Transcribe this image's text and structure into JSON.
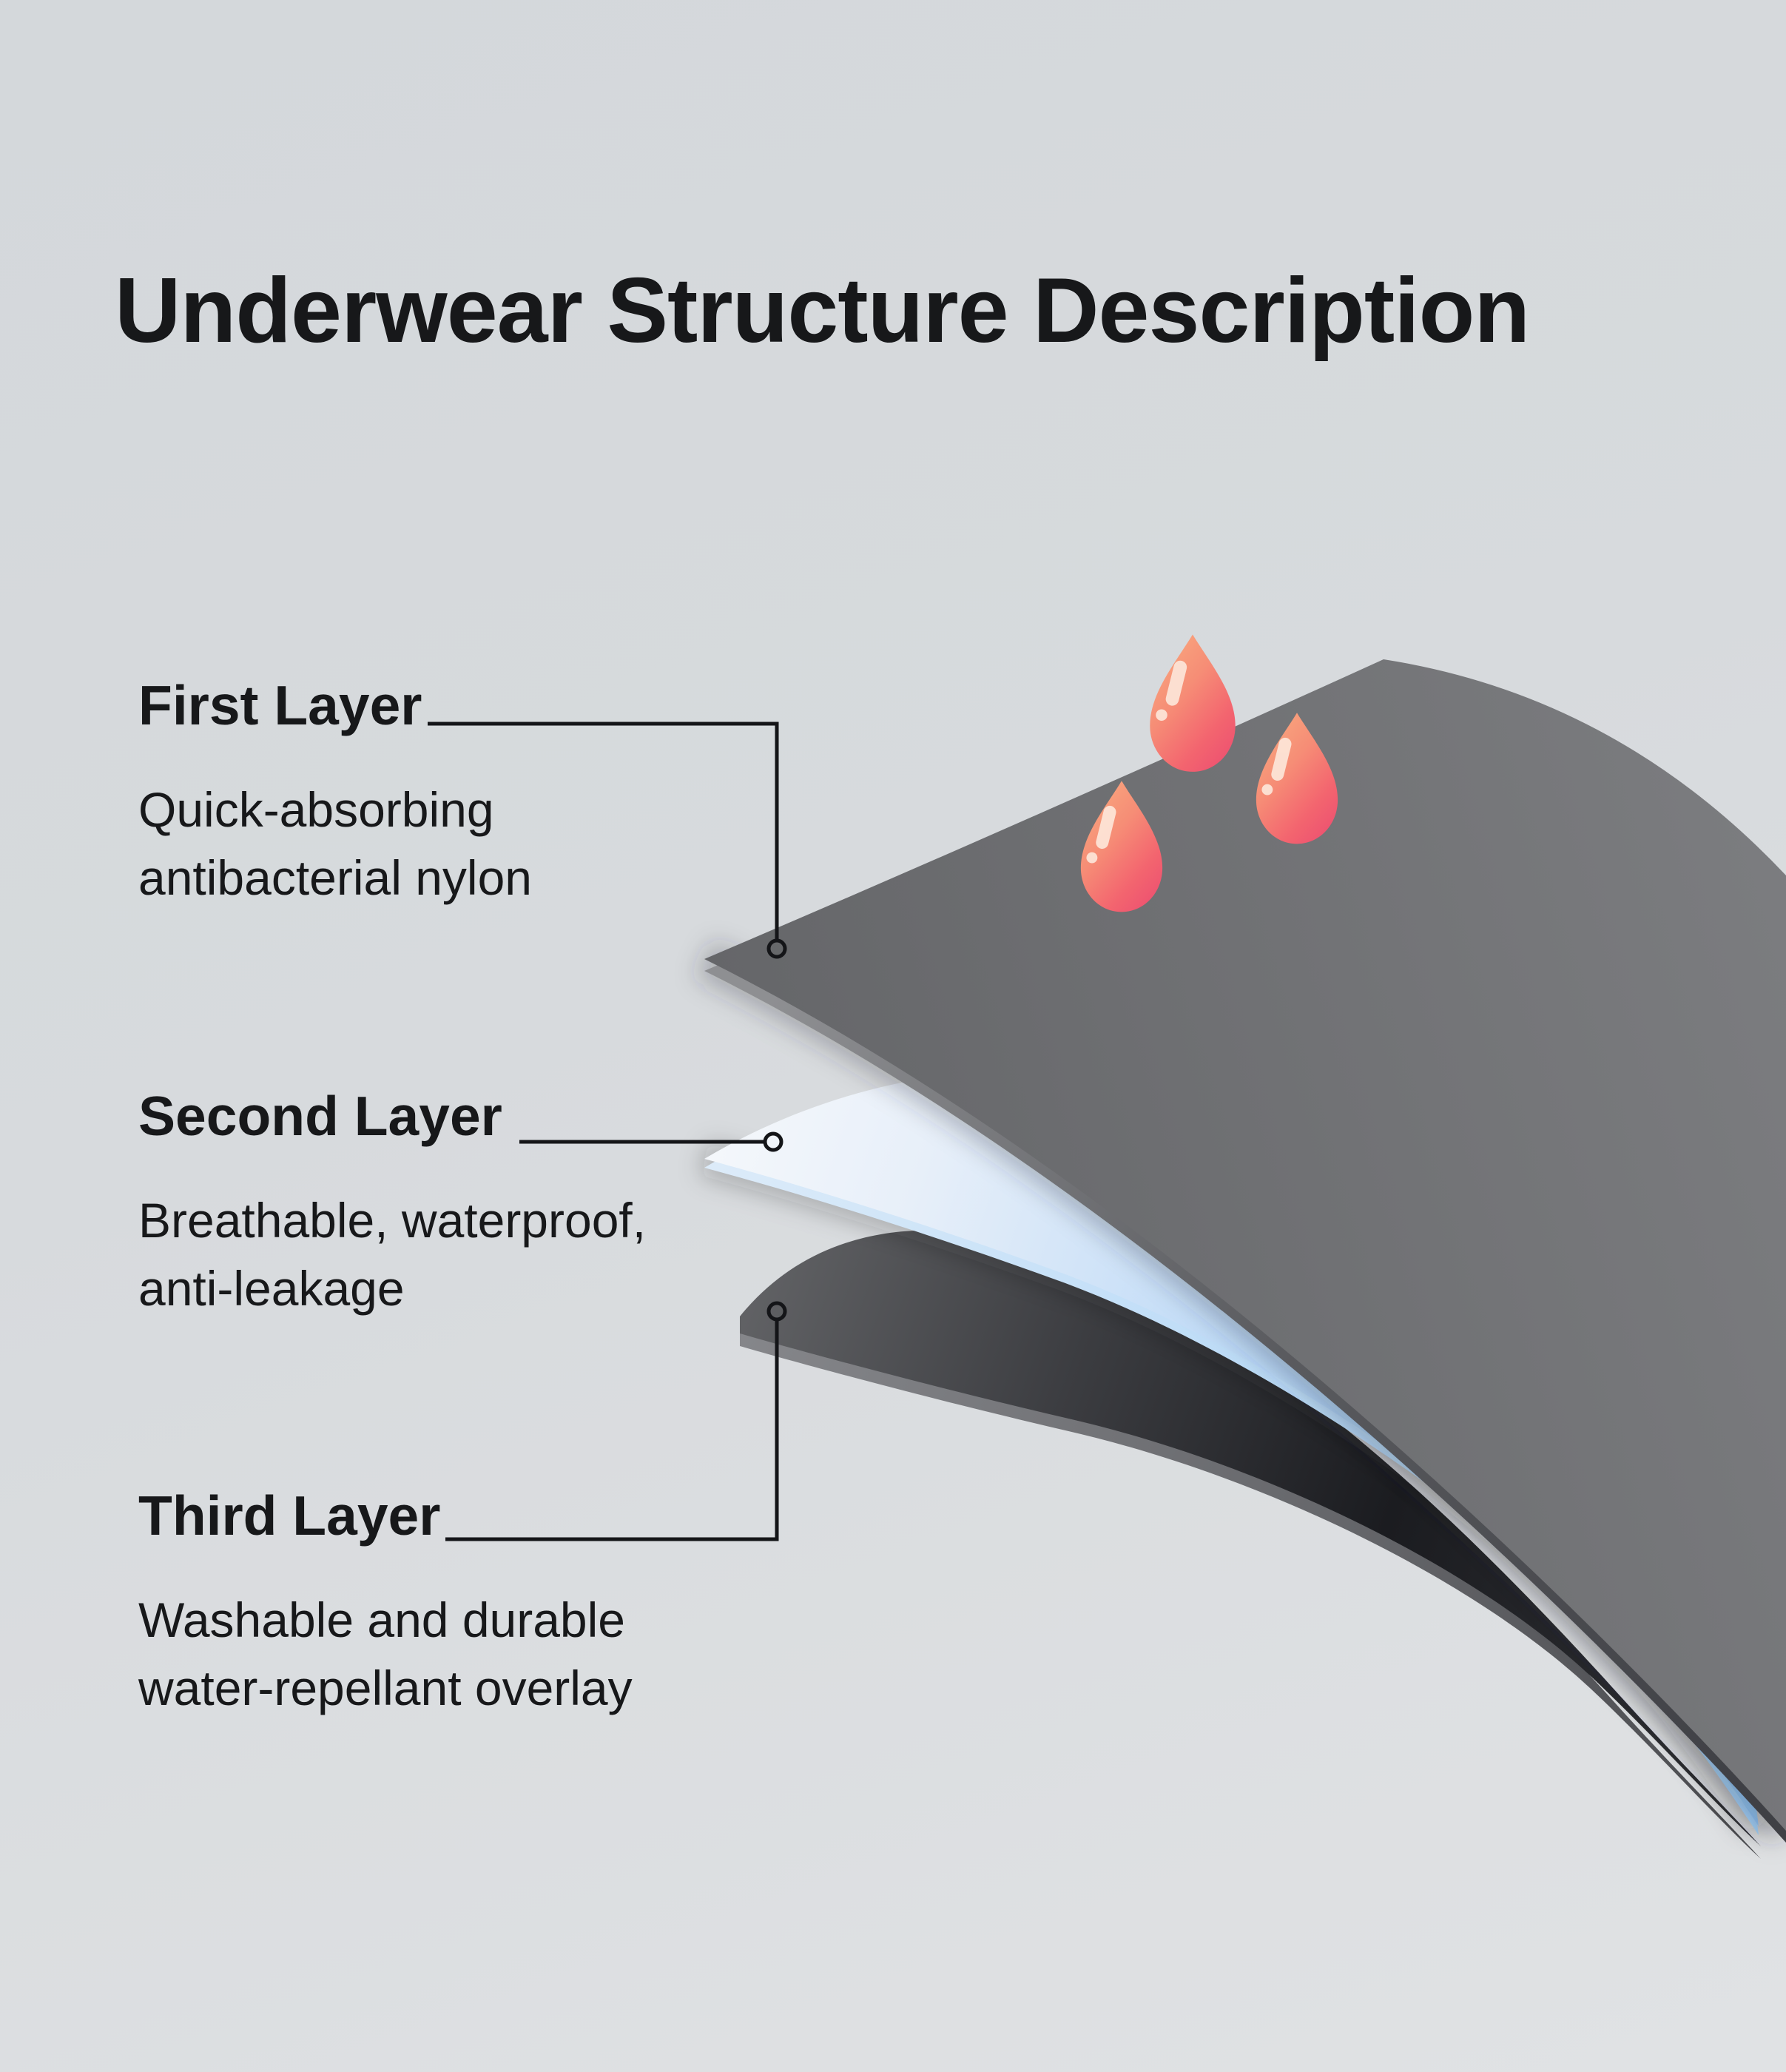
{
  "title": "Underwear Structure Description",
  "labels": [
    {
      "title": "First Layer",
      "line1": "Quick-absorbing",
      "line2": "antibacterial nylon"
    },
    {
      "title": "Second Layer",
      "line1": "Breathable, waterproof,",
      "line2": "anti-leakage"
    },
    {
      "title": "Third Layer",
      "line1": "Washable and durable",
      "line2": "water-repellant overlay"
    }
  ],
  "colors": {
    "background_top": "#d4d8db",
    "background_bottom": "#e0e2e4",
    "text": "#17181a",
    "connector_line": "#141518",
    "layer1_dark": "#646568",
    "layer1_mid": "#6f7073",
    "layer1_light": "#7c7d80",
    "layer1_edge_light": "#8e8f92",
    "layer1_edge_dark": "#3f4045",
    "layer2_tip": "#f4f7fb",
    "layer2_light": "#e7eff9",
    "layer2_mid": "#c4ddf7",
    "layer2_blue": "#8ec3f4",
    "layer2_edge": "#dcebf9",
    "layer3_tip": "#606164",
    "layer3_mid": "#3c3d41",
    "layer3_dark": "#1b1c20",
    "layer3_right": "#2f3034",
    "layer3_edge_light": "#85868a",
    "droplet_top": "#f9a77e",
    "droplet_mid": "#f68d76",
    "droplet_deep": "#f3656f",
    "droplet_bottom": "#ee5570",
    "droplet_highlight": "#fde6d9"
  }
}
